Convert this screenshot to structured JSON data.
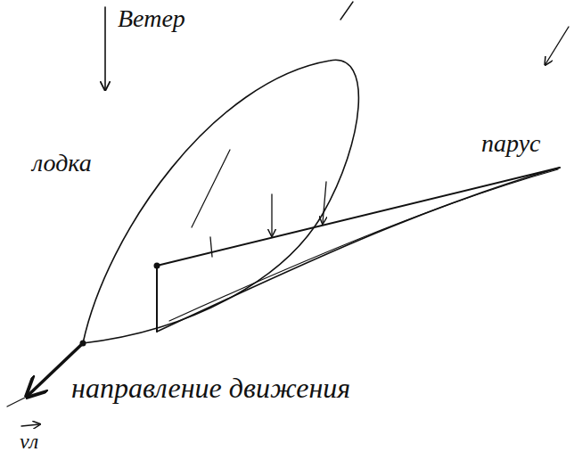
{
  "diagram": {
    "labels": [
      "Ветер",
      "лодка",
      "парус",
      "направление движения",
      "vл"
    ]
  }
}
